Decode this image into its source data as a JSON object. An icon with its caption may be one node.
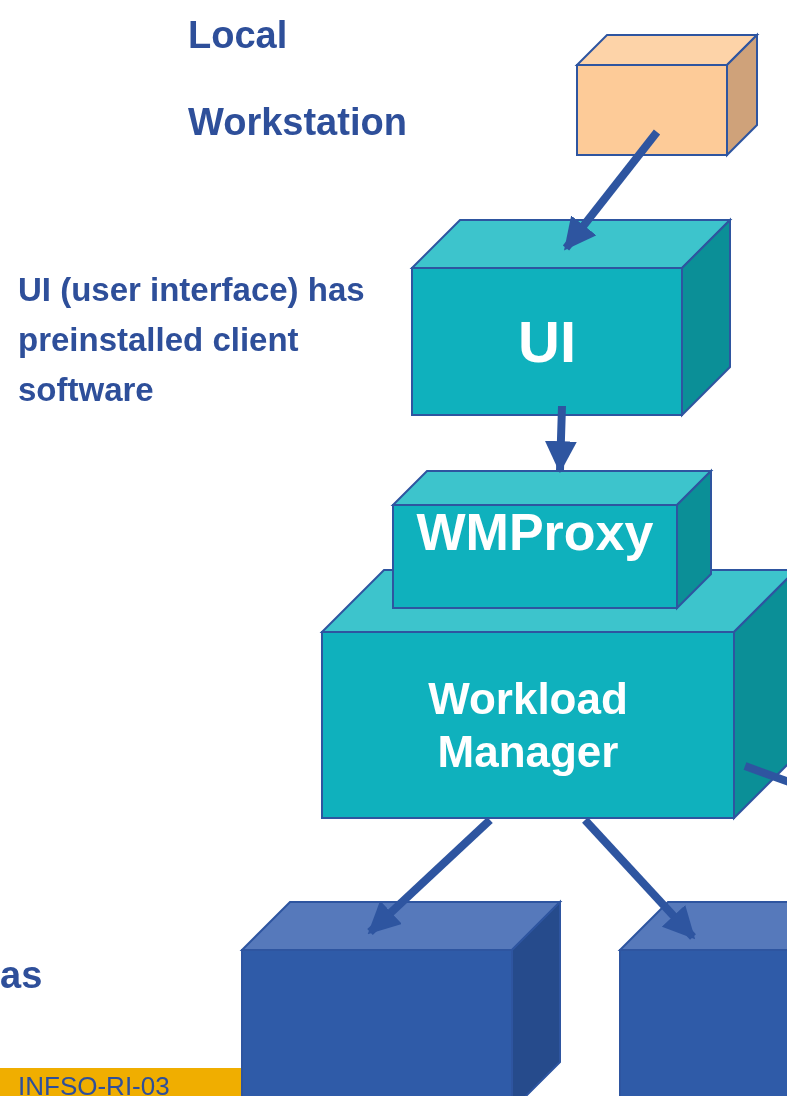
{
  "diagram": {
    "nodes": [
      {
        "text": [],
        "shape": "box"
      },
      {
        "text": [
          "UI"
        ]
      },
      {
        "text": [
          "WMProxy"
        ]
      },
      {
        "text": [
          "Workload Manager"
        ]
      },
      {
        "text": [],
        "shape": "box"
      },
      {
        "text": [],
        "shape": "box"
      }
    ],
    "edges": [
      {
        "from": 0,
        "to": 1,
        "arrow": "to"
      },
      {
        "from": 1,
        "to": 2,
        "arrow": "to"
      },
      {
        "from": 3,
        "to": 4,
        "arrow": "to"
      },
      {
        "from": 3,
        "to": 5,
        "arrow": "to"
      },
      {
        "from": 3,
        "to": null,
        "arrow": "none"
      }
    ],
    "labels": [
      "Local Workstation",
      "UI (user interface) has preinstalled client software",
      "as",
      "INFSO-RI-03"
    ]
  }
}
